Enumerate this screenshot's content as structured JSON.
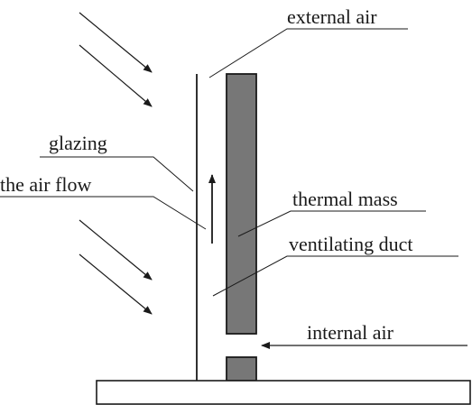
{
  "labels": {
    "external_air": "external air",
    "glazing": "glazing",
    "air_flow": "the air flow",
    "thermal_mass": "thermal mass",
    "ventilating_duct": "ventilating duct",
    "internal_air": "internal air"
  },
  "colors": {
    "line": "#1a1a1a",
    "thermal_mass_fill": "#777777",
    "base_fill": "#ffffff"
  }
}
